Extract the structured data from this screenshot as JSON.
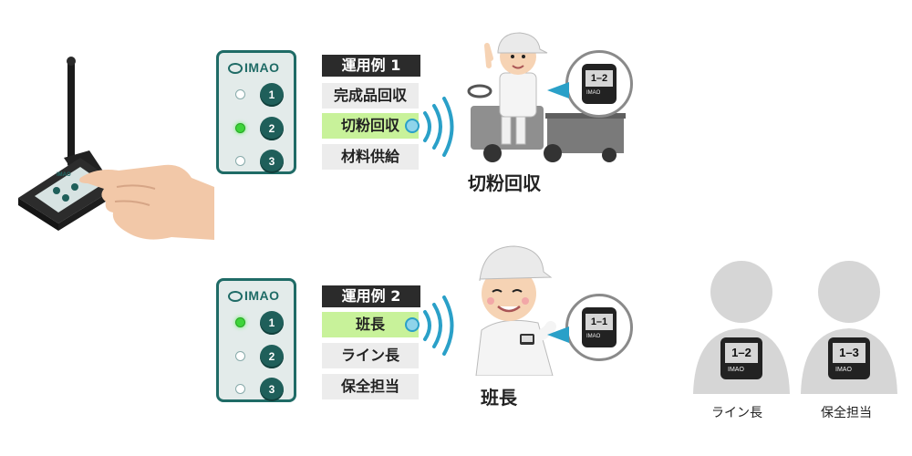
{
  "panel": {
    "brand": "IMAO",
    "buttons": [
      "1",
      "2",
      "3"
    ]
  },
  "example1": {
    "title": "運用例 1",
    "options": [
      "完成品回収",
      "切粉回収",
      "材料供給"
    ],
    "active_index": 1,
    "caption": "切粉回収",
    "watch_display": "1–2"
  },
  "example2": {
    "title": "運用例 2",
    "options": [
      "班長",
      "ライン長",
      "保全担当"
    ],
    "active_index": 0,
    "caption": "班長",
    "watch_display": "1–1"
  },
  "others": [
    {
      "label": "ライン長",
      "watch_display": "1–2"
    },
    {
      "label": "保全担当",
      "watch_display": "1–3"
    }
  ],
  "device": {
    "brand": "IMAO"
  },
  "colors": {
    "panel_border": "#1f6b66",
    "active_label": "#c8f29a",
    "led_on": "#3ed43a",
    "signal": "#2aa0c8"
  }
}
